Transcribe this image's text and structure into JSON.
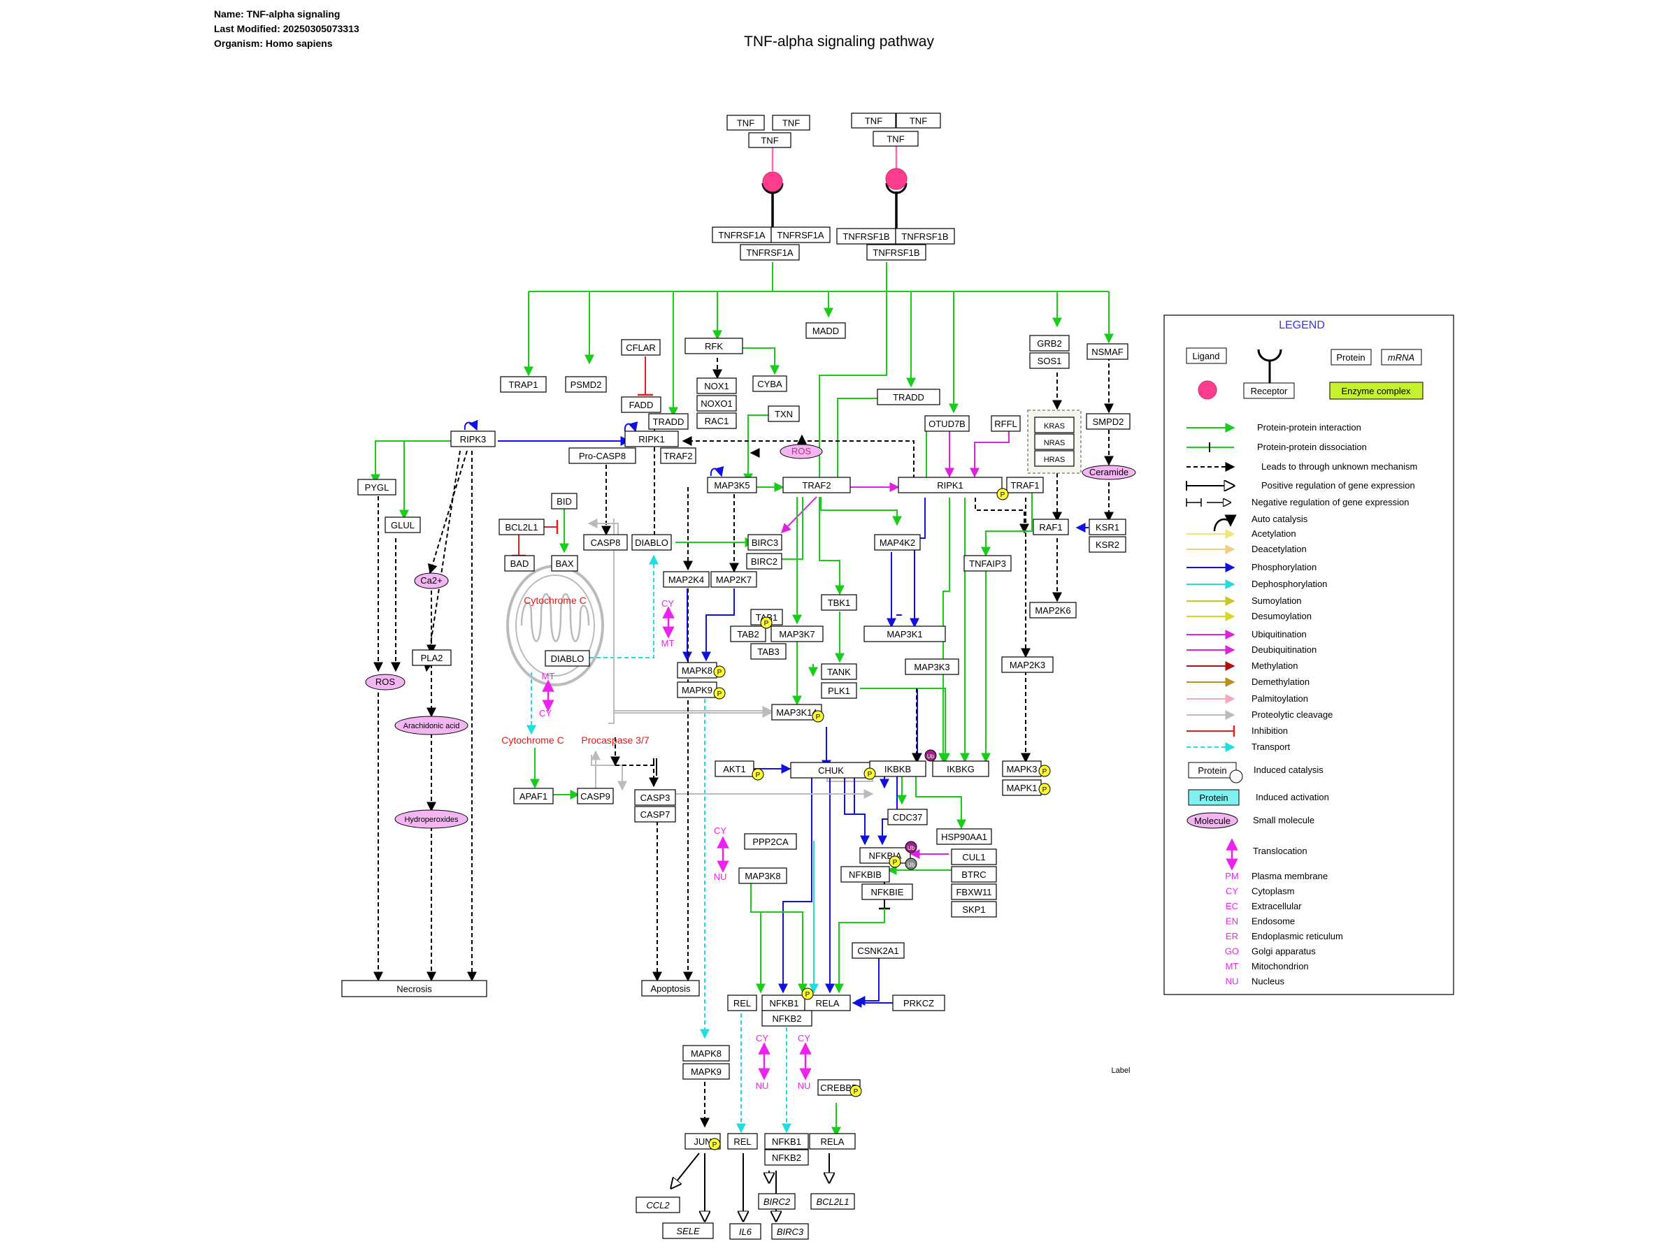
{
  "header": {
    "name_line": "Name: TNF-alpha signaling",
    "modified_line": "Last Modified: 20250305073313",
    "organism_line": "Organism: Homo sapiens"
  },
  "title": "TNF-alpha signaling pathway",
  "colors": {
    "interaction": "#19cc19",
    "phosphorylation": "#1010e0",
    "ubiquitination": "#e020e0",
    "transport": "#22dddd",
    "inhibition": "#e02020",
    "cleavage": "#bbbbbb",
    "ligand": "#ff3d8e",
    "compartment": "#ee22ee",
    "location_red": "#ee1111",
    "enzyme_complex": "#c6f12e",
    "induced_activation": "#80f0f0",
    "phospho_badge": "#ffff33"
  },
  "nodes": {
    "tnf1": "TNF",
    "tnf2": "TNF",
    "tnf3": "TNF",
    "tnf4": "TNF",
    "tnf5": "TNF",
    "tnf6": "TNF",
    "tnfrsf1a1": "TNFRSF1A",
    "tnfrsf1a2": "TNFRSF1A",
    "tnfrsf1a3": "TNFRSF1A",
    "tnfrsf1b1": "TNFRSF1B",
    "tnfrsf1b2": "TNFRSF1B",
    "tnfrsf1b3": "TNFRSF1B",
    "trap1": "TRAP1",
    "psmd2": "PSMD2",
    "cflar": "CFLAR",
    "rfk": "RFK",
    "madd": "MADD",
    "grb2": "GRB2",
    "sos1": "SOS1",
    "nsmaf": "NSMAF",
    "nox1": "NOX1",
    "noxo1": "NOXO1",
    "rac1": "RAC1",
    "cyba": "CYBA",
    "fadd": "FADD",
    "tradd_a": "TRADD",
    "txn": "TXN",
    "tradd_b": "TRADD",
    "otud7b": "OTUD7B",
    "rffl": "RFFL",
    "kras": "KRAS",
    "nras": "NRAS",
    "hras": "HRAS",
    "smpd2": "SMPD2",
    "ripk3": "RIPK3",
    "ripk1_a": "RIPK1",
    "traf2_a": "TRAF2",
    "pro_casp8": "Pro-CASP8",
    "pygl": "PYGL",
    "map3k5": "MAP3K5",
    "traf2_b": "TRAF2",
    "ripk1_b": "RIPK1",
    "traf1": "TRAF1",
    "raf1": "RAF1",
    "ksr1": "KSR1",
    "ksr2": "KSR2",
    "bid": "BID",
    "glul": "GLUL",
    "bcl2l1": "BCL2L1",
    "casp8": "CASP8",
    "diablo_a": "DIABLO",
    "birc3": "BIRC3",
    "map4k2": "MAP4K2",
    "bad": "BAD",
    "bax": "BAX",
    "birc2": "BIRC2",
    "tnfaip3": "TNFAIP3",
    "map2k4": "MAP2K4",
    "map2k7": "MAP2K7",
    "tbk1": "TBK1",
    "map2k6": "MAP2K6",
    "tab1": "TAB1",
    "tab2": "TAB2",
    "map3k7": "MAP3K7",
    "tab3": "TAB3",
    "map3k1": "MAP3K1",
    "pla2": "PLA2",
    "diablo_b": "DIABLO",
    "tank": "TANK",
    "map3k3": "MAP3K3",
    "map2k3": "MAP2K3",
    "mapk8_a": "MAPK8",
    "plk1": "PLK1",
    "mapk9_a": "MAPK9",
    "map3k14": "MAP3K14",
    "akt1": "AKT1",
    "chuk": "CHUK",
    "ikbkb": "IKBKB",
    "ikbkg": "IKBKG",
    "mapk3": "MAPK3",
    "mapk1": "MAPK1",
    "apaf1": "APAF1",
    "casp9": "CASP9",
    "casp3": "CASP3",
    "casp7": "CASP7",
    "cdc37": "CDC37",
    "hsp90aa1": "HSP90AA1",
    "ppp2ca": "PPP2CA",
    "cul1": "CUL1",
    "nfkbia": "NFKBIA",
    "map3k8": "MAP3K8",
    "nfkbib": "NFKBIB",
    "btrc": "BTRC",
    "nfkbie": "NFKBIE",
    "fbxw11": "FBXW11",
    "skp1": "SKP1",
    "csnk2a1": "CSNK2A1",
    "necrosis": "Necrosis",
    "apoptosis": "Apoptosis",
    "rel_a": "REL",
    "nfkb1_a": "NFKB1",
    "rela_a": "RELA",
    "prkcz": "PRKCZ",
    "nfkb2_a": "NFKB2",
    "mapk8_b": "MAPK8",
    "mapk9_b": "MAPK9",
    "crebbp": "CREBBP",
    "jun": "JUN",
    "rel_b": "REL",
    "nfkb1_b": "NFKB1",
    "rela_b": "RELA",
    "nfkb2_b": "NFKB2",
    "ccl2": "CCL2",
    "sele": "SELE",
    "il6": "IL6",
    "birc2_g": "BIRC2",
    "birc3_g": "BIRC3",
    "bcl2l1_g": "BCL2L1"
  },
  "molecules": {
    "ros_a": "ROS",
    "ros_b": "ROS",
    "ca2": "Ca2+",
    "ceramide": "Ceramide",
    "arachidonic": "Arachidonic acid",
    "hydroperoxides": "Hydroperoxides"
  },
  "labels": {
    "cytc_a": "Cytochrome C",
    "cytc_b": "Cytochrome C",
    "procasp": "Procaspase 3/7",
    "cy1": "CY",
    "mt1": "MT",
    "mt2": "MT",
    "cy2": "CY",
    "cy3": "CY",
    "nu3": "NU",
    "cy4": "CY",
    "nu4": "NU",
    "cy5": "CY",
    "nu5": "NU",
    "free_label": "Label"
  },
  "badges": {
    "phospho": "P",
    "ubiquitin": "Ub"
  },
  "legend": {
    "title": "LEGEND",
    "ligand": "Ligand",
    "receptor": "Receptor",
    "protein": "Protein",
    "mrna": "mRNA",
    "enzyme_complex": "Enzyme complex",
    "items": [
      "Protein-protein interaction",
      "Protein-protein dissociation",
      "Leads to through unknown mechanism",
      "Positive regulation of gene expression",
      "Negative regulation of gene expression",
      "Auto catalysis",
      "Acetylation",
      "Deacetylation",
      "Phosphorylation",
      "Dephosphorylation",
      "Sumoylation",
      "Desumoylation",
      "Ubiquitination",
      "Deubiquitination",
      "Methylation",
      "Demethylation",
      "Palmitoylation",
      "Proteolytic cleavage",
      "Inhibition",
      "Transport"
    ],
    "induced_catalysis_box": "Protein",
    "induced_catalysis": "Induced catalysis",
    "induced_activation_box": "Protein",
    "induced_activation": "Induced activation",
    "small_molecule_box": "Molecule",
    "small_molecule": "Small molecule",
    "translocation": "Translocation",
    "compartments": [
      {
        "code": "PM",
        "name": "Plasma membrane"
      },
      {
        "code": "CY",
        "name": "Cytoplasm"
      },
      {
        "code": "EC",
        "name": "Extracellular"
      },
      {
        "code": "EN",
        "name": "Endosome"
      },
      {
        "code": "ER",
        "name": "Endoplasmic reticulum"
      },
      {
        "code": "GO",
        "name": "Golgi apparatus"
      },
      {
        "code": "MT",
        "name": "Mitochondrion"
      },
      {
        "code": "NU",
        "name": "Nucleus"
      }
    ]
  }
}
